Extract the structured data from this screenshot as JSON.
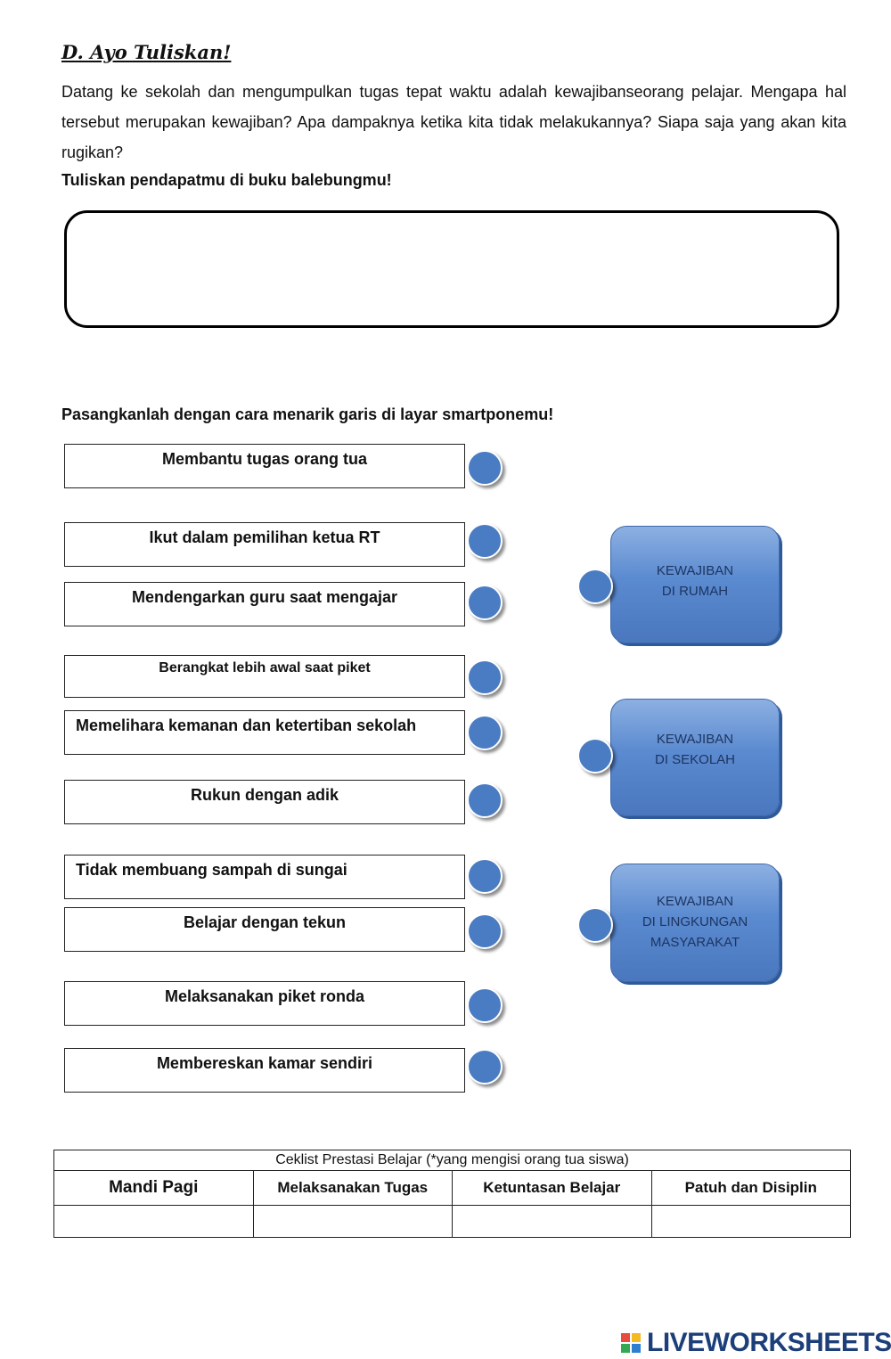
{
  "heading": "D. Ayo Tuliskan!",
  "paragraph": "Datang ke sekolah dan mengumpulkan tugas tepat waktu adalah kewajibanseorang pelajar. Mengapa hal tersebut merupakan kewajiban? Apa dampaknya ketika kita tidak melakukannya? Siapa saja yang akan kita rugikan?",
  "write_instruction": "Tuliskan pendapatmu di buku balebungmu!",
  "match_instruction": "Pasangkanlah dengan cara menarik garis di layar smartponemu!",
  "items": [
    "Membantu tugas orang tua",
    "Ikut dalam pemilihan ketua RT",
    "Mendengarkan guru saat mengajar",
    "Berangkat lebih awal saat piket",
    "Memelihara kemanan dan ketertiban sekolah",
    "Rukun  dengan adik",
    "Tidak membuang sampah di sungai",
    "Belajar dengan tekun",
    "Melaksanakan piket ronda",
    "Membereskan kamar sendiri"
  ],
  "categories": [
    {
      "line1": "KEWAJIBAN",
      "line2": "DI RUMAH",
      "line3": ""
    },
    {
      "line1": "KEWAJIBAN",
      "line2": "DI SEKOLAH",
      "line3": ""
    },
    {
      "line1": "KEWAJIBAN",
      "line2": "DI LINGKUNGAN",
      "line3": "MASYARAKAT"
    }
  ],
  "checklist": {
    "caption": "Ceklist Prestasi Belajar (*yang mengisi orang tua siswa)",
    "columns": [
      "Mandi Pagi",
      "Melaksanakan Tugas",
      "Ketuntasan Belajar",
      "Patuh dan Disiplin"
    ]
  },
  "footer_logo": "LIVEWORKSHEETS",
  "colors": {
    "connector": "#4a7cc4",
    "category_box": "#5a8ad0",
    "logo": "#1c3f7a"
  }
}
